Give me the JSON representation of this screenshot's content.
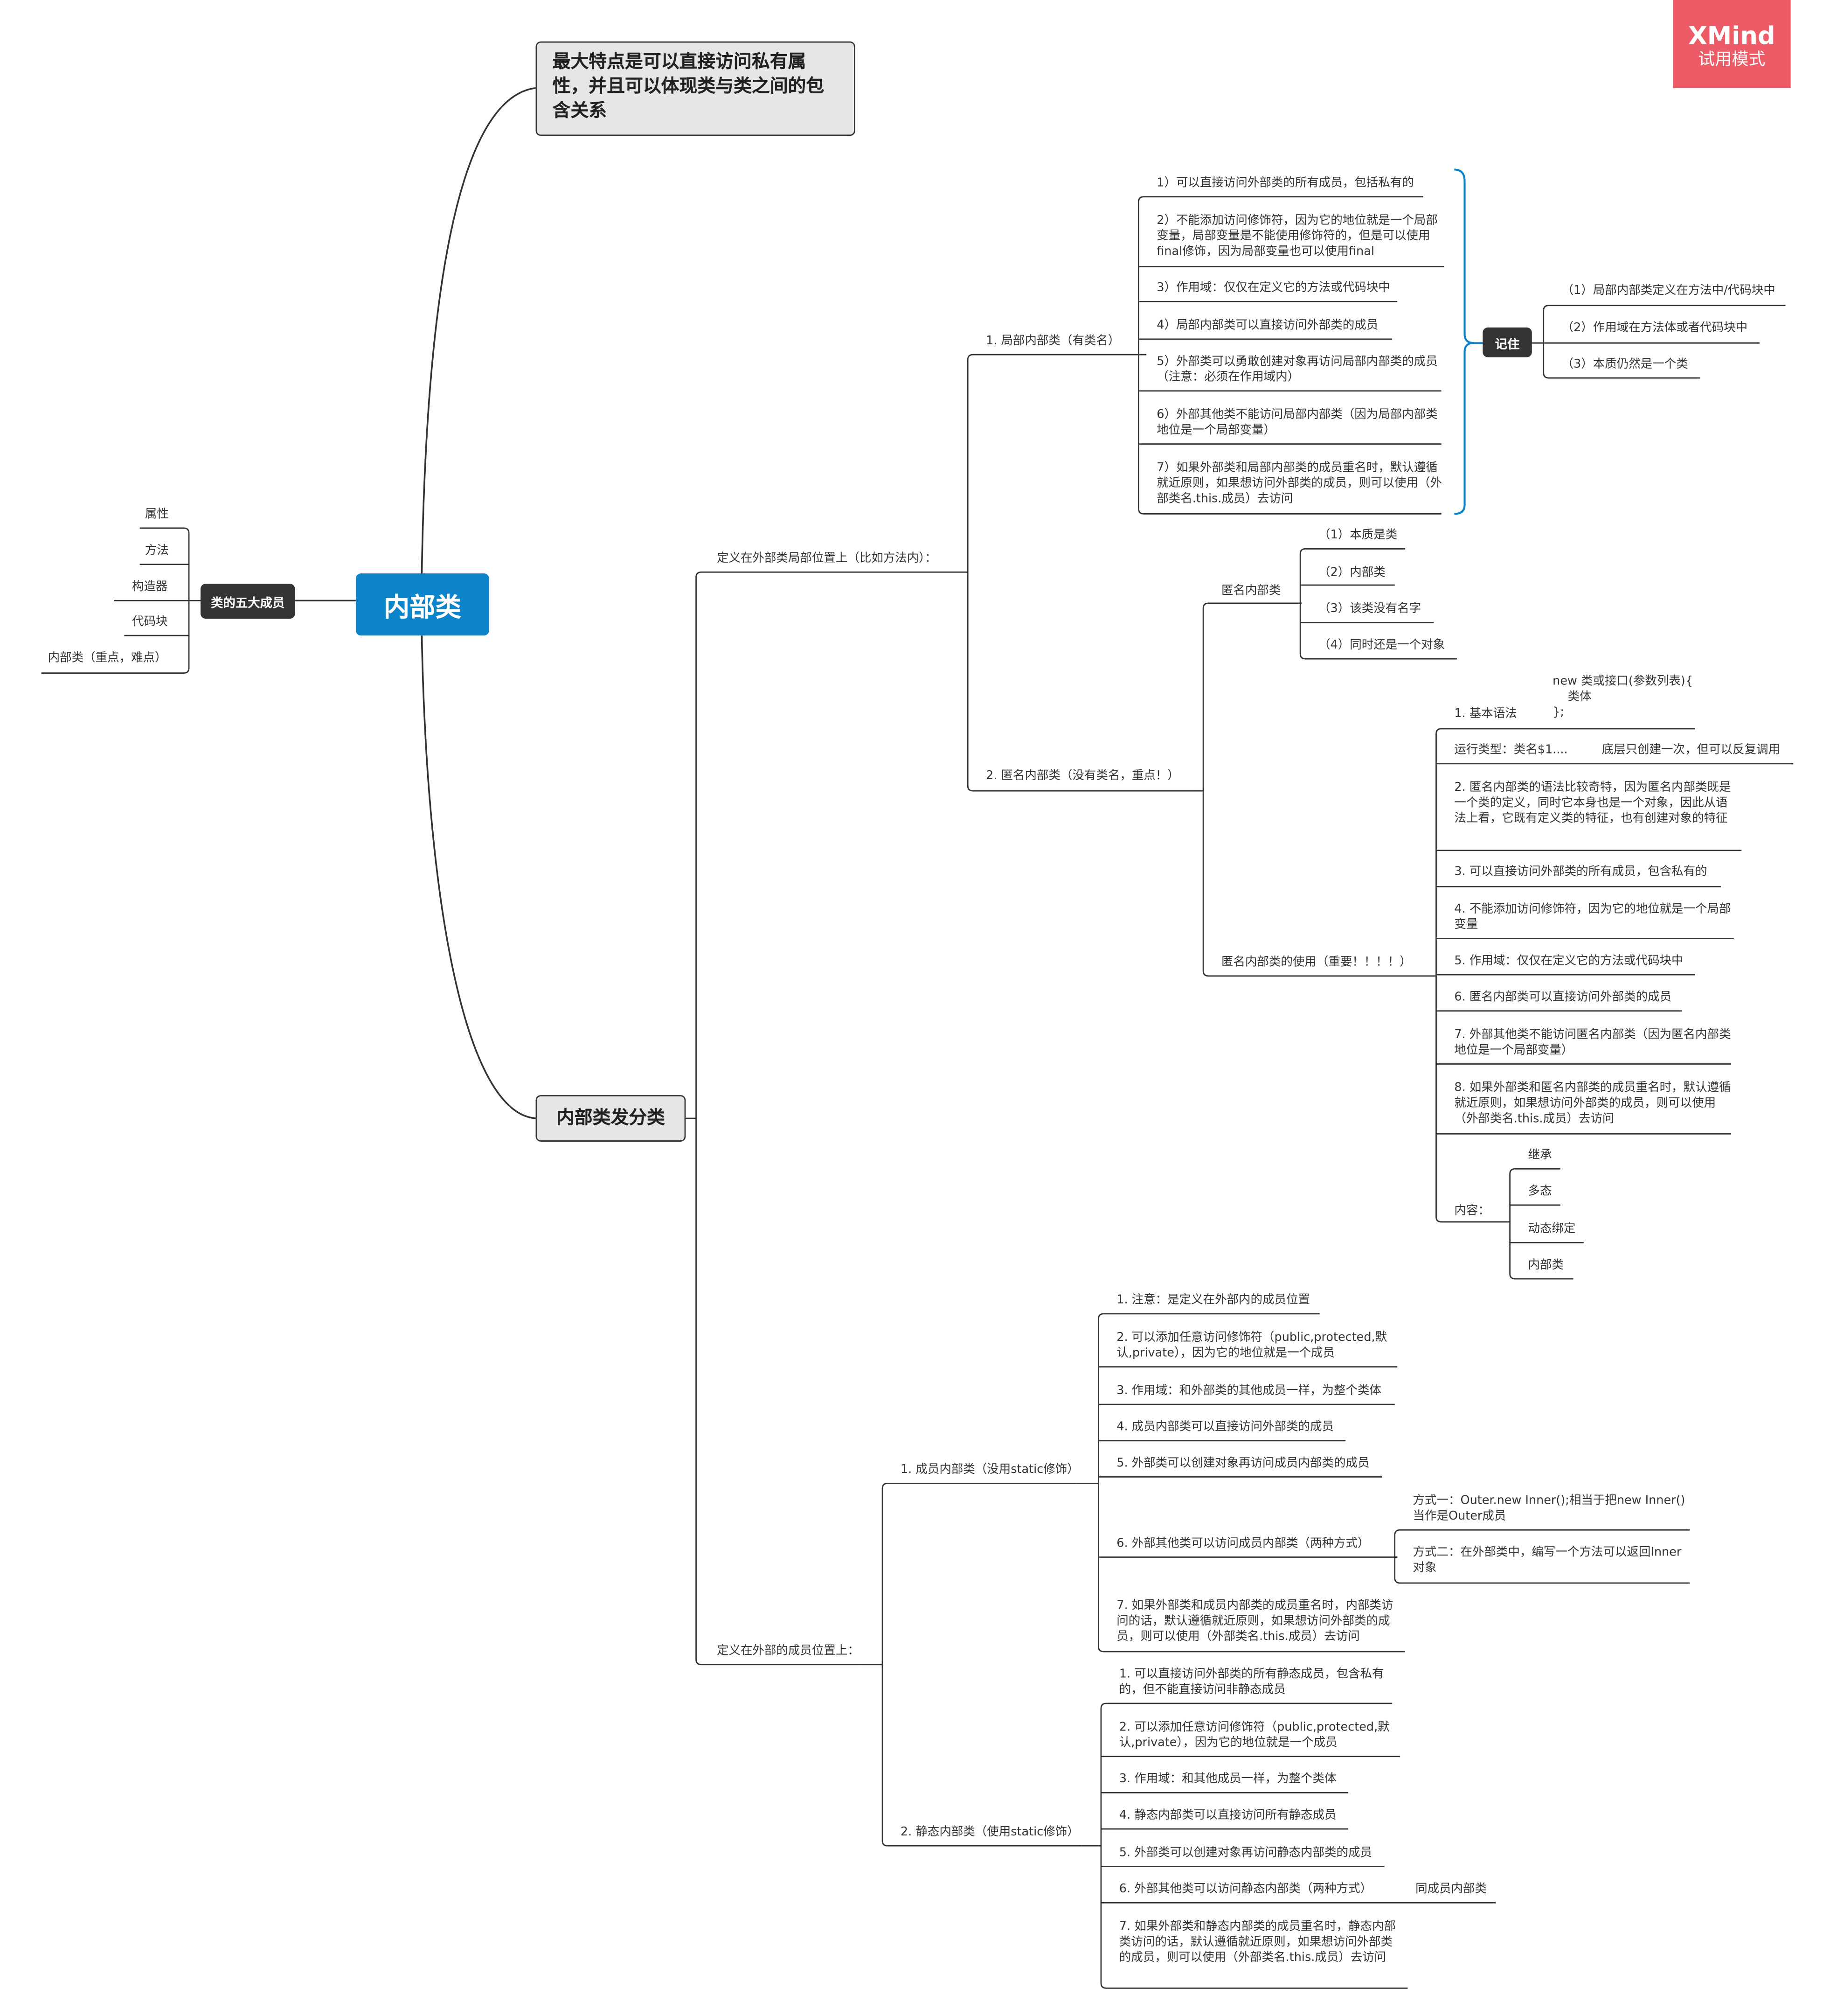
{
  "watermark": {
    "brand": "XMind",
    "mode": "试用模式"
  },
  "root": "内部类",
  "left_branch": {
    "title": "类的五大成员",
    "items": [
      "属性",
      "方法",
      "构造器",
      "代码块",
      "内部类（重点，难点）"
    ]
  },
  "feature": "最大特点是可以直接访问私有属性，并且可以体现类与类之间的包含关系",
  "classification": {
    "title": "内部类发分类",
    "local": {
      "title": "定义在外部类局部位置上（比如方法内）：",
      "local_inner": {
        "title": "1. 局部内部类（有类名）",
        "points": [
          "1）可以直接访问外部类的所有成员，包括私有的",
          "2）不能添加访问修饰符，因为它的地位就是一个局部变量，局部变量是不能使用修饰符的，但是可以使用final修饰，因为局部变量也可以使用final",
          "3）作用域：仅仅在定义它的方法或代码块中",
          "4）局部内部类可以直接访问外部类的成员",
          "5）外部类可以勇敢创建对象再访问局部内部类的成员（注意：必须在作用域内）",
          "6）外部其他类不能访问局部内部类（因为局部内部类地位是一个局部变量）",
          "7）如果外部类和局部内部类的成员重名时，默认遵循就近原则，如果想访问外部类的成员，则可以使用（外部类名.this.成员）去访问"
        ],
        "remember": {
          "title": "记住",
          "items": [
            "（1）局部内部类定义在方法中/代码块中",
            "（2）作用域在方法体或者代码块中",
            "（3）本质仍然是一个类"
          ]
        }
      },
      "anonymous": {
        "title": "2. 匿名内部类（没有类名，重点！）",
        "def": {
          "title": "匿名内部类",
          "items": [
            "（1）本质是类",
            "（2）内部类",
            "（3）该类没有名字",
            "（4）同时还是一个对象"
          ]
        },
        "usage": {
          "title": "匿名内部类的使用（重要！！！！）",
          "syntax_title": "1. 基本语法",
          "syntax_code": "new 类或接口(参数列表){\n    类体\n};",
          "runtime": "运行类型：类名$1....",
          "runtime_note": "底层只创建一次，但可以反复调用",
          "points": [
            "2. 匿名内部类的语法比较奇特，因为匿名内部类既是一个类的定义，同时它本身也是一个对象，因此从语法上看，它既有定义类的特征，也有创建对象的特征",
            "3. 可以直接访问外部类的所有成员，包含私有的",
            "4. 不能添加访问修饰符，因为它的地位就是一个局部变量",
            "5. 作用域：仅仅在定义它的方法或代码块中",
            "6. 匿名内部类可以直接访问外部类的成员",
            "7. 外部其他类不能访问匿名内部类（因为匿名内部类地位是一个局部变量）",
            "8. 如果外部类和匿名内部类的成员重名时，默认遵循就近原则，如果想访问外部类的成员，则可以使用（外部类名.this.成员）去访问"
          ],
          "content_title": "内容：",
          "content_items": [
            "继承",
            "多态",
            "动态绑定",
            "内部类"
          ]
        }
      }
    },
    "member": {
      "title": "定义在外部的成员位置上：",
      "member_inner": {
        "title": "1. 成员内部类（没用static修饰）",
        "points": [
          "1. 注意：是定义在外部内的成员位置",
          "2. 可以添加任意访问修饰符（public,protected,默认,private），因为它的地位就是一个成员",
          "3. 作用域：和外部类的其他成员一样，为整个类体",
          "4. 成员内部类可以直接访问外部类的成员",
          "5. 外部类可以创建对象再访问成员内部类的成员",
          "6. 外部其他类可以访问成员内部类（两种方式）",
          "7. 如果外部类和成员内部类的成员重名时，内部类访问的话，默认遵循就近原则，如果想访问外部类的成员，则可以使用（外部类名.this.成员）去访问"
        ],
        "ways": [
          "方式一：Outer.new Inner();相当于把new Inner()当作是Outer成员",
          "方式二：在外部类中，编写一个方法可以返回Inner对象"
        ]
      },
      "static_inner": {
        "title": "2. 静态内部类（使用static修饰）",
        "points": [
          "1. 可以直接访问外部类的所有静态成员，包含私有的，但不能直接访问非静态成员",
          "2. 可以添加任意访问修饰符（public,protected,默认,private），因为它的地位就是一个成员",
          "3. 作用域：和其他成员一样，为整个类体",
          "4. 静态内部类可以直接访问所有静态成员",
          "5. 外部类可以创建对象再访问静态内部类的成员",
          "6. 外部其他类可以访问静态内部类（两种方式）",
          "7. 如果外部类和静态内部类的成员重名时，静态内部类访问的话，默认遵循就近原则，如果想访问外部类的成员，则可以使用（外部类名.this.成员）去访问"
        ],
        "same_note": "同成员内部类"
      }
    }
  }
}
